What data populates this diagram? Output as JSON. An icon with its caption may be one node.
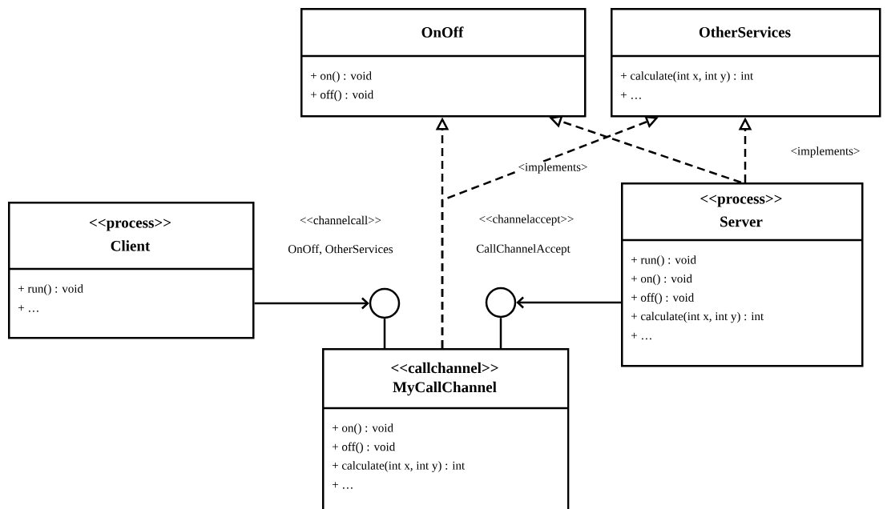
{
  "diagram": {
    "nodes": [
      {
        "text": [
          "OnOff",
          "+ on() : void",
          "+ off() : void"
        ]
      },
      {
        "text": [
          "OtherServices",
          "+ calculate(int x, int y) : int",
          "+ …"
        ]
      },
      {
        "text": [
          "<<process>>",
          "Client",
          "+ run() : void",
          "+ …"
        ]
      },
      {
        "text": [],
        "shape": "circle",
        "beside": [
          "<<channelcall>>",
          "OnOff, OtherServices"
        ]
      },
      {
        "text": [],
        "shape": "circle",
        "beside": [
          "<<channelaccept>>",
          "CallChannelAccept"
        ]
      },
      {
        "text": [
          "<<process>>",
          "Server",
          "+ run() : void",
          "+ on() : void",
          "+ off() : void",
          "+ calculate(int x, int y) : int",
          "+ …"
        ]
      },
      {
        "text": [
          "<<callchannel>>",
          "MyCallChannel",
          "+ on() : void",
          "+ off() : void",
          "+ calculate(int x, int y) : int",
          "+ …"
        ]
      }
    ],
    "edges": [
      {
        "from": 6,
        "to": 0,
        "arrow": "to",
        "style": "dashed"
      },
      {
        "from": 6,
        "to": 1,
        "arrow": "to",
        "style": "dashed",
        "label": "<implements>"
      },
      {
        "from": 5,
        "to": 0,
        "arrow": "to",
        "style": "dashed"
      },
      {
        "from": 5,
        "to": 1,
        "arrow": "to",
        "style": "dashed",
        "label": "<implements>"
      },
      {
        "from": 2,
        "to": 3,
        "arrow": "to"
      },
      {
        "from": 3,
        "to": 6,
        "arrow": "none"
      },
      {
        "from": 5,
        "to": 4,
        "arrow": "to"
      },
      {
        "from": 4,
        "to": 6,
        "arrow": "none"
      }
    ]
  }
}
